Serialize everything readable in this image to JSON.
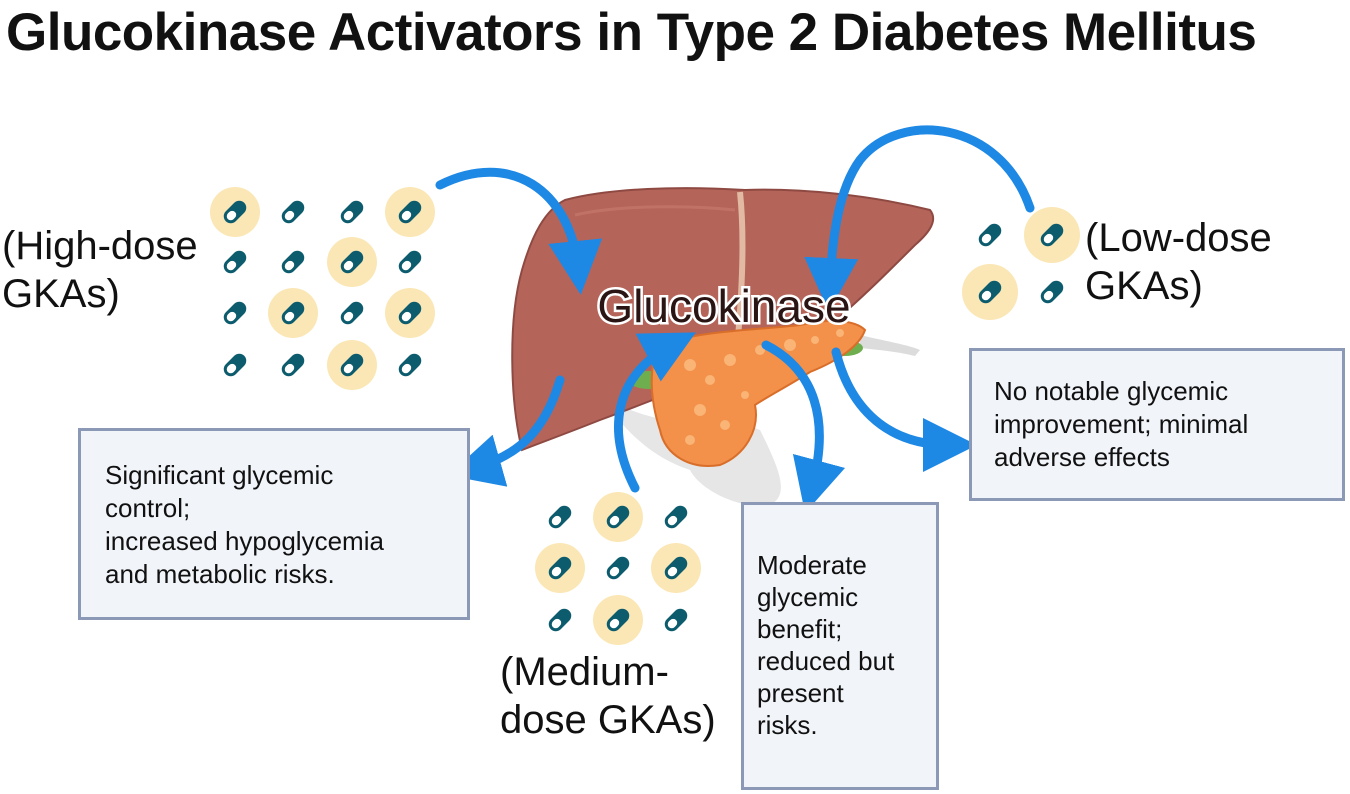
{
  "title": "Glucokinase Activators in Type 2 Diabetes Mellitus",
  "center_label": "Glucokinase",
  "doses": {
    "high": {
      "line1": "(High-dose",
      "line2": "GKAs)"
    },
    "low": {
      "line1": "(Low-dose",
      "line2": "GKAs)"
    },
    "medium": {
      "line1": "(Medium-",
      "line2": "dose GKAs)"
    }
  },
  "outcomes": {
    "high": [
      "Significant glycemic",
      "control;",
      "increased hypoglycemia",
      "and metabolic risks."
    ],
    "low": [
      "No notable glycemic",
      "improvement; minimal",
      "adverse effects"
    ],
    "medium": [
      "Moderate",
      "glycemic",
      "benefit;",
      "reduced but",
      "present",
      "risks."
    ]
  },
  "colors": {
    "arrow": "#1e88e5",
    "pill": "#0d5c6e",
    "highlight": "#fbe7b5",
    "liver": "#b5645a",
    "pancreas": "#f3904a",
    "box_fill": "#f1f4f9",
    "box_border": "#8b99b7"
  },
  "icons": {
    "pill": "capsule-icon",
    "organ": "liver-pancreas-illustration"
  },
  "pill_groups": {
    "high": {
      "count": 16,
      "highlighted": 6
    },
    "low": {
      "count": 4,
      "highlighted": 2
    },
    "medium": {
      "count": 9,
      "highlighted": 4
    }
  }
}
